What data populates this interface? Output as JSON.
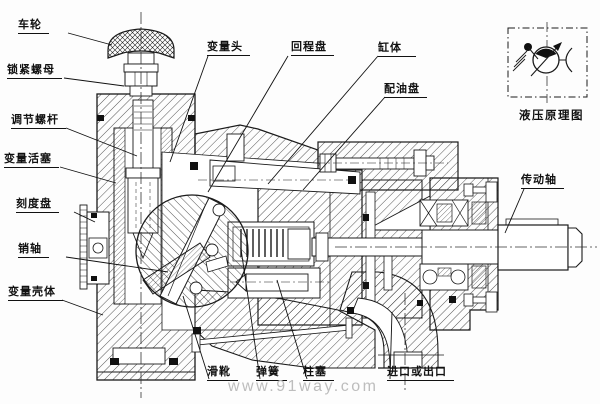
{
  "labels": {
    "wheel": "车轮",
    "lock_nut": "锁紧螺母",
    "adjust_screw": "调节螺杆",
    "variable_piston": "变量活塞",
    "dial": "刻度盘",
    "pin_shaft": "销轴",
    "variable_housing": "变量壳体",
    "variable_head": "变量头",
    "return_plate": "回程盘",
    "cylinder_body": "缸体",
    "valve_plate": "配油盘",
    "drive_shaft": "传动轴",
    "slipper": "滑靴",
    "spring": "弹簧",
    "plunger": "柱塞",
    "inlet_outlet": "进口或出口"
  },
  "schematic": {
    "caption": "液压原理图"
  },
  "watermark": "www.91way.com",
  "colors": {
    "line": "#1a1a1a",
    "watermark": "#bdbdbd",
    "background": "#fdfdfd"
  }
}
